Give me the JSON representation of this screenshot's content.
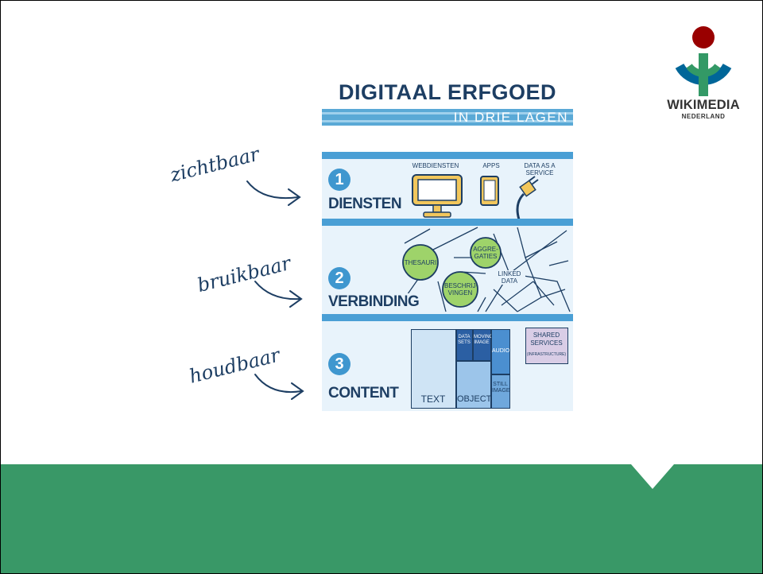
{
  "logo": {
    "name": "WIKIMEDIA",
    "sub": "NEDERLAND"
  },
  "infographic": {
    "title": "DIGITAAL ERFGOED",
    "subtitle": "IN DRIE LAGEN",
    "layers": [
      {
        "number": "1",
        "name": "DIENSTEN",
        "annotation": "zichtbaar",
        "labels": {
          "webdiensten": "WEBDIENSTEN",
          "apps": "APPS",
          "daas": "DATA AS A SERVICE"
        }
      },
      {
        "number": "2",
        "name": "VERBINDING",
        "annotation": "bruikbaar",
        "labels": {
          "thesauri": "THESAURI",
          "aggregaties": "AGGRE- GATIES",
          "beschrijvingen": "BESCHRIJ- VINGEN",
          "linked": "LINKED DATA"
        }
      },
      {
        "number": "3",
        "name": "CONTENT",
        "annotation": "houdbaar",
        "labels": {
          "text": "TEXT",
          "object": "OBJECT",
          "datasets": "DATA SETS",
          "moving": "MOVING IMAGE",
          "audio": "AUDIO",
          "still": "STILL IMAGE",
          "shared": "SHARED SERVICES",
          "infra": "(INFRASTRUCTURE)"
        }
      }
    ]
  },
  "colors": {
    "green_band": "#399867",
    "logo_red": "#990000",
    "logo_blue": "#006699",
    "logo_green": "#339966",
    "ink": "#1d3e63",
    "accent_blue": "#4a9fd5"
  }
}
